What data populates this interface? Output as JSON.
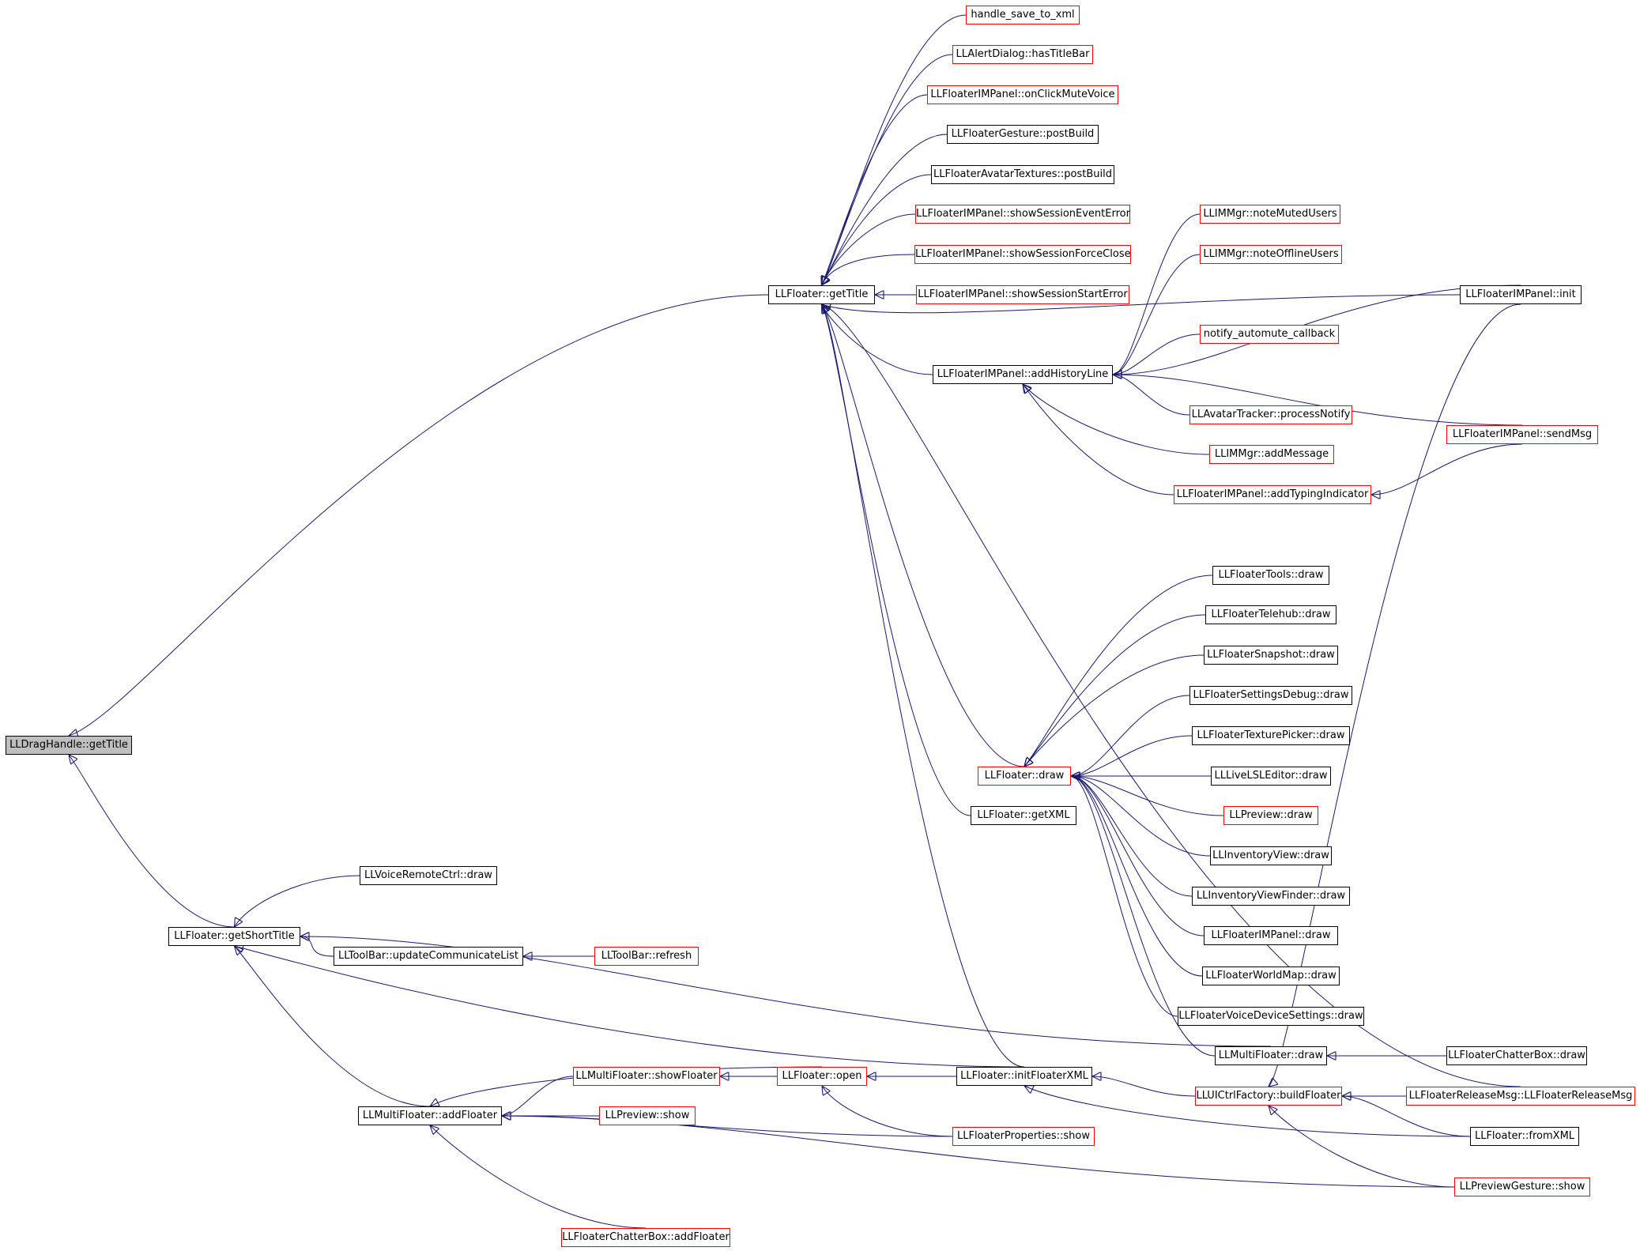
{
  "colors": {
    "edge": "#191970",
    "node_border": "#000000",
    "node_border_undocumented": "#ff0000",
    "root_fill": "#bfbfbf",
    "background": "#ffffff"
  },
  "nodes": {
    "root": "LLDragHandle::getTitle",
    "getTitle": "LLFloater::getTitle",
    "handleSaveToXml": "handle_save_to_xml",
    "alertHasTitleBar": "LLAlertDialog::hasTitleBar",
    "imOnClickMuteVoice": "LLFloaterIMPanel::onClickMuteVoice",
    "gesturePostBuild": "LLFloaterGesture::postBuild",
    "avatarTexturesPostBuild": "LLFloaterAvatarTextures::postBuild",
    "imShowSessionEventError": "LLFloaterIMPanel::showSessionEventError",
    "imShowSessionForceClose": "LLFloaterIMPanel::showSessionForceClose",
    "imShowSessionStartError": "LLFloaterIMPanel::showSessionStartError",
    "imAddHistoryLine": "LLFloaterIMPanel::addHistoryLine",
    "noteMutedUsers": "LLIMMgr::noteMutedUsers",
    "noteOfflineUsers": "LLIMMgr::noteOfflineUsers",
    "notifyAutomute": "notify_automute_callback",
    "avatarProcessNotify": "LLAvatarTracker::processNotify",
    "imMgrAddMessage": "LLIMMgr::addMessage",
    "imAddTypingIndicator": "LLFloaterIMPanel::addTypingIndicator",
    "imInit": "LLFloaterIMPanel::init",
    "imSendMsg": "LLFloaterIMPanel::sendMsg",
    "floaterDraw": "LLFloater::draw",
    "getXML": "LLFloater::getXML",
    "toolsDraw": "LLFloaterTools::draw",
    "telehubDraw": "LLFloaterTelehub::draw",
    "snapshotDraw": "LLFloaterSnapshot::draw",
    "settingsDebugDraw": "LLFloaterSettingsDebug::draw",
    "texturePickerDraw": "LLFloaterTexturePicker::draw",
    "liveLSLDraw": "LLLiveLSLEditor::draw",
    "previewDraw": "LLPreview::draw",
    "inventoryViewDraw": "LLInventoryView::draw",
    "inventoryFinderDraw": "LLInventoryViewFinder::draw",
    "imPanelDraw": "LLFloaterIMPanel::draw",
    "worldMapDraw": "LLFloaterWorldMap::draw",
    "voiceDeviceDraw": "LLFloaterVoiceDeviceSettings::draw",
    "multiFloaterDraw": "LLMultiFloater::draw",
    "chatterBoxDraw": "LLFloaterChatterBox::draw",
    "voiceRemoteDraw": "LLVoiceRemoteCtrl::draw",
    "getShortTitle": "LLFloater::getShortTitle",
    "toolBarUpdate": "LLToolBar::updateCommunicateList",
    "toolBarRefresh": "LLToolBar::refresh",
    "initFloaterXML": "LLFloater::initFloaterXML",
    "multiShowFloater": "LLMultiFloater::showFloater",
    "floaterOpen": "LLFloater::open",
    "buildFloater": "LLUICtrlFactory::buildFloater",
    "releaseMsgCtor": "LLFloaterReleaseMsg::LLFloaterReleaseMsg",
    "fromXML": "LLFloater::fromXML",
    "multiAddFloater": "LLMultiFloater::addFloater",
    "previewShow": "LLPreview::show",
    "propertiesShow": "LLFloaterProperties::show",
    "previewGestureShow": "LLPreviewGesture::show",
    "chatterBoxAddFloater": "LLFloaterChatterBox::addFloater"
  }
}
